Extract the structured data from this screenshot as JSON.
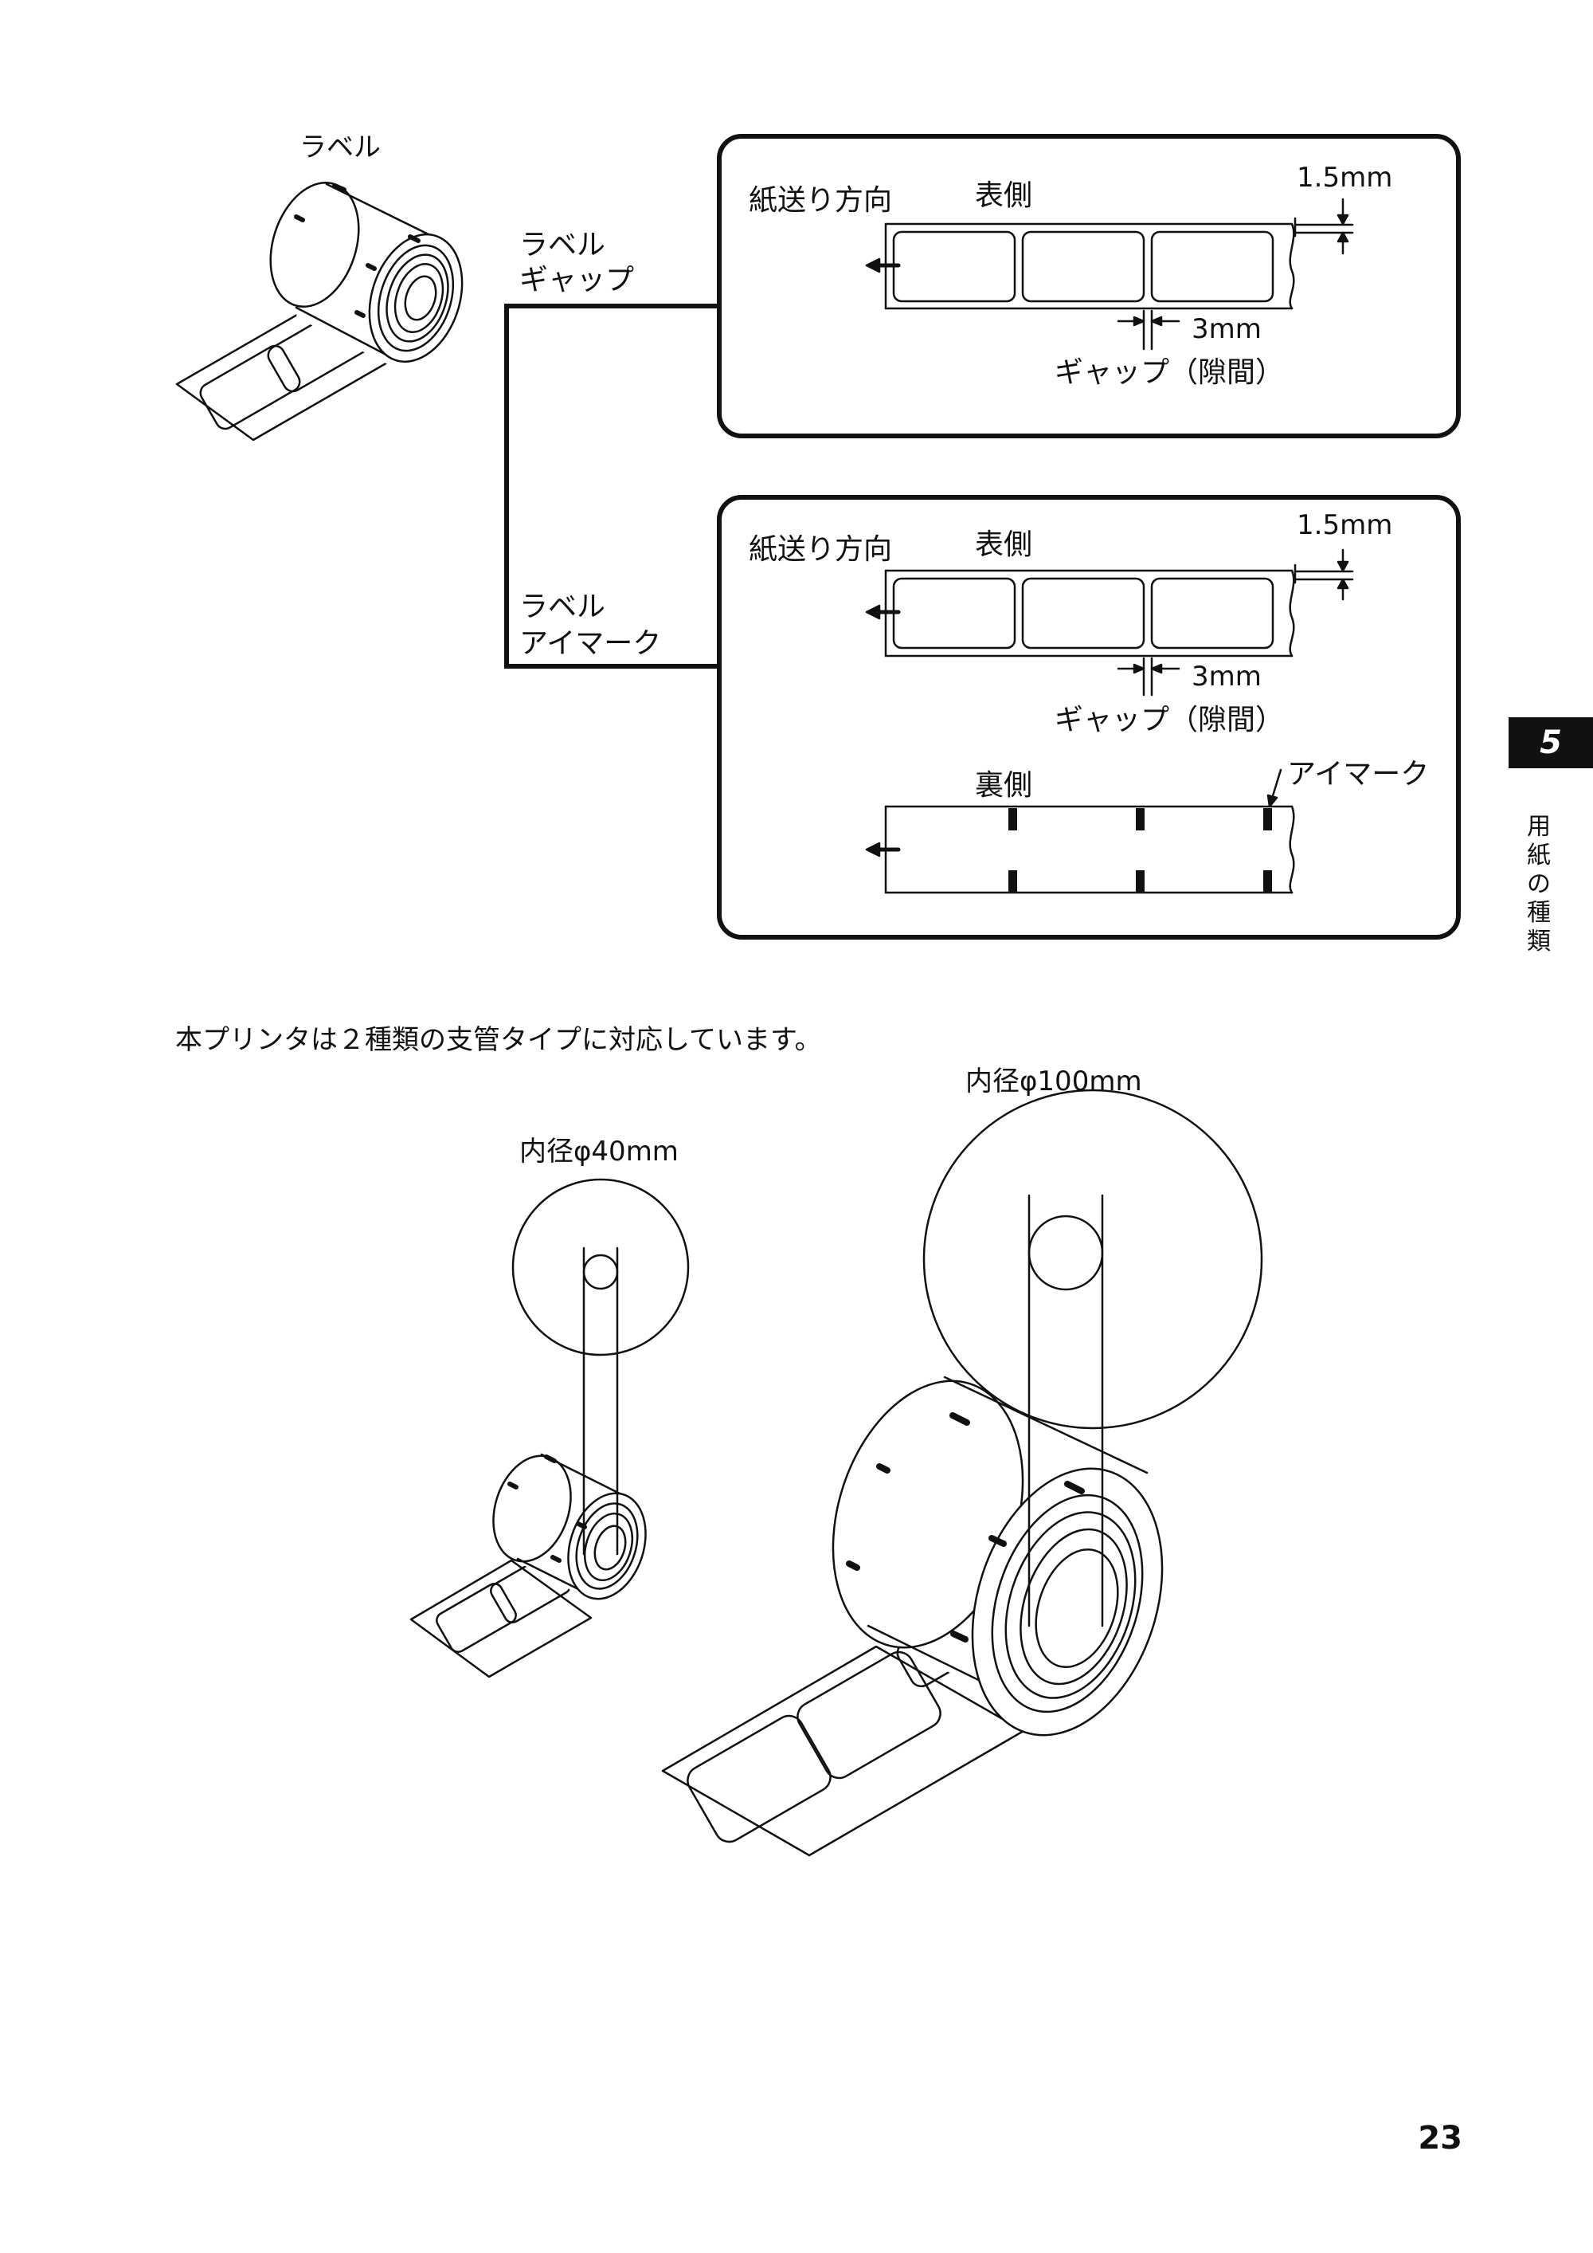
{
  "top_figure": {
    "roll_label": "ラベル",
    "branch_gap_line1": "ラベル",
    "branch_gap_line2": "ギャップ",
    "branch_eye_line1": "ラベル",
    "branch_eye_line2": "アイマーク",
    "gap_panel": {
      "feed_direction": "紙送り方向",
      "front_side": "表側",
      "dim_margin": "1.5mm",
      "dim_gap": "3mm",
      "gap_caption": "ギャップ（隙間）"
    },
    "eye_panel": {
      "feed_direction": "紙送り方向",
      "front_side": "表側",
      "dim_margin": "1.5mm",
      "dim_gap": "3mm",
      "gap_caption": "ギャップ（隙間）",
      "back_side": "裏側",
      "eye_mark": "アイマーク"
    }
  },
  "body_text": "本プリンタは２種類の支管タイプに対応しています。",
  "core_figure": {
    "small_label": "内径φ40mm",
    "large_label": "内径φ100mm"
  },
  "chapter_tab": "5",
  "side_title": "用紙の種類",
  "page_number": "23"
}
